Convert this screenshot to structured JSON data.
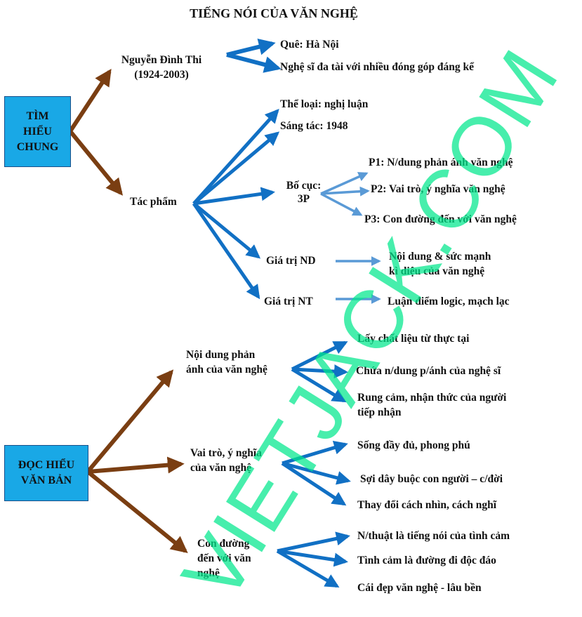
{
  "title": "TIẾNG NÓI CỦA VĂN NGHỆ",
  "section1": {
    "box": "TÌM HIỂU CHUNG",
    "author": {
      "name": "Nguyễn Đình Thi",
      "years": "(1924-2003)",
      "items": [
        "Quê: Hà Nội",
        "Nghệ sĩ đa tài với nhiều đóng góp đáng kể"
      ]
    },
    "work": {
      "label": "Tác phẩm",
      "genre": "Thể loại: nghị luận",
      "written": "Sáng tác: 1948",
      "layout": {
        "label1": "Bố cục:",
        "label2": "3P",
        "parts": [
          "P1: N/dung phản ánh văn nghệ",
          "P2: Vai trò, ý nghĩa văn nghệ",
          "P3: Con đường đến với văn nghệ"
        ]
      },
      "content_value": {
        "label": "Giá trị ND",
        "line1": "Nội dung & sức mạnh",
        "line2": "kì diệu của văn nghệ"
      },
      "art_value": {
        "label": "Giá trị NT",
        "text": "Luận điểm logic, mạch lạc"
      }
    }
  },
  "section2": {
    "box": "ĐỌC HIỂU VĂN BẢN",
    "branches": [
      {
        "line1": "Nội dung phản",
        "line2": "ánh của văn nghệ",
        "items": [
          "Lấy chất liệu từ thực tại",
          "Chứa n/dung p/ánh của nghệ sĩ",
          "Rung cảm, nhận thức của người",
          "tiếp nhận"
        ]
      },
      {
        "line1": "Vai trò, ý nghĩa",
        "line2": "của văn nghệ",
        "items": [
          "Sống đầy đủ, phong phú",
          "Sợi dây buộc con người – c/đời",
          "Thay đổi cách nhìn, cách nghĩ"
        ]
      },
      {
        "line1": "Con đường",
        "line2": "đến với văn",
        "line3": "nghệ",
        "items": [
          "N/thuật là tiếng nói của tình cảm",
          "Tình cảm là đường đi độc đáo",
          "Cái đẹp văn nghệ - lâu bền"
        ]
      }
    ]
  },
  "watermark": "VIETJACK.COM",
  "colors": {
    "box": "#19a8e6",
    "brown": "#7a3e12",
    "blue": "#1170c4",
    "lightblue": "#5a9ad6",
    "watermark": "#00e88c"
  }
}
